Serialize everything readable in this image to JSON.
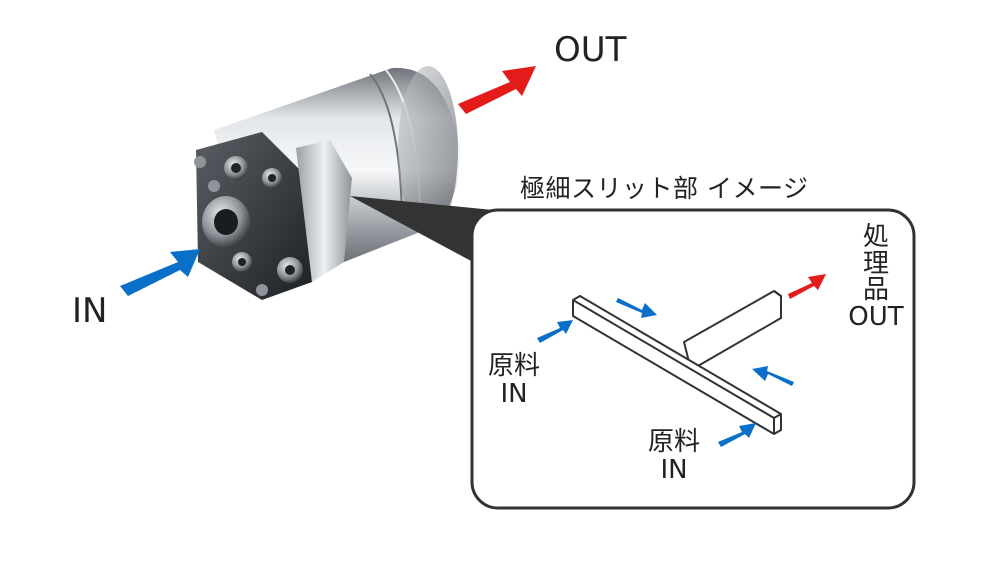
{
  "labels": {
    "out_main": "OUT",
    "in_main": "IN",
    "caption": "極細スリット部 イメージ",
    "product": [
      "処",
      "理",
      "品",
      "OUT"
    ],
    "raw_left": [
      "原料",
      "IN"
    ],
    "raw_right": [
      "原料",
      "IN"
    ]
  },
  "colors": {
    "in_arrow": "#0a6fc9",
    "out_arrow": "#e31b1b",
    "frame": "#333333",
    "device_metal": "#b9bec4"
  }
}
